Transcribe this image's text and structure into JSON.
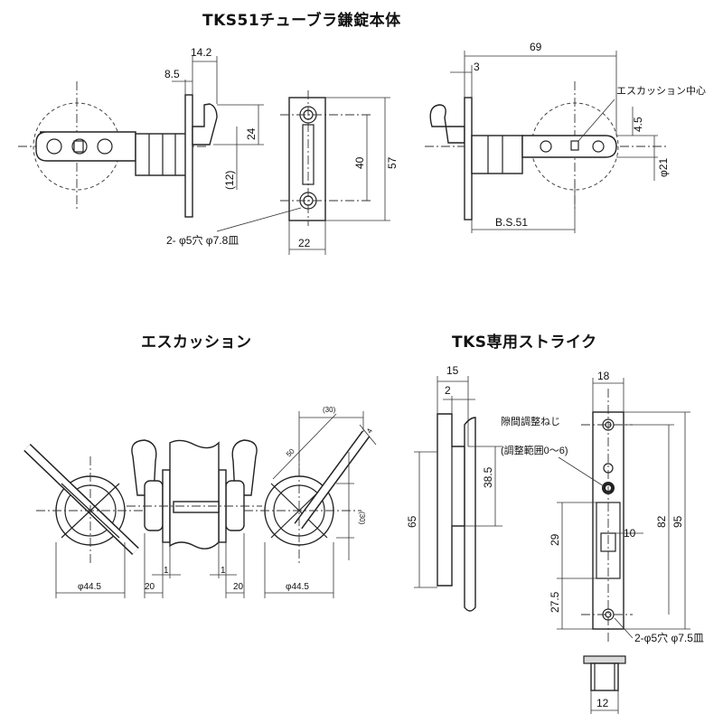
{
  "titles": {
    "main": "TKS51チューブラ鎌錠本体",
    "escutcheon": "エスカッション",
    "strike": "TKS専用ストライク"
  },
  "body_dims": {
    "d14_2": "14.2",
    "d8_5": "8.5",
    "d24": "24",
    "d12": "(12)",
    "d40": "40",
    "d57": "57",
    "d22": "22",
    "holes": "2- φ5穴 φ7.8皿",
    "d69": "69",
    "d3": "3",
    "esc_center": "エスカッション中心",
    "d4_5": "4.5",
    "d21": "φ21",
    "bs": "B.S.51"
  },
  "esc_dims": {
    "d44_5_left": "φ44.5",
    "d20_left": "20",
    "d1_left": "1",
    "d1_right": "1",
    "d20_right": "20",
    "d44_5_right": "φ44.5",
    "d30": "(30)",
    "d50": "50",
    "d4": "4",
    "d30v": "(30)"
  },
  "strike_dims": {
    "d15": "15",
    "d2": "2",
    "d38_5": "38.5",
    "d65": "65",
    "d18": "18",
    "adjust_screw": "隙間調整ねじ",
    "adjust_range": "(調整範囲0～6)",
    "d29": "29",
    "d10": "10",
    "d82": "82",
    "d95": "95",
    "d27_5": "27.5",
    "holes": "2-φ5穴 φ7.5皿",
    "d12": "12"
  }
}
